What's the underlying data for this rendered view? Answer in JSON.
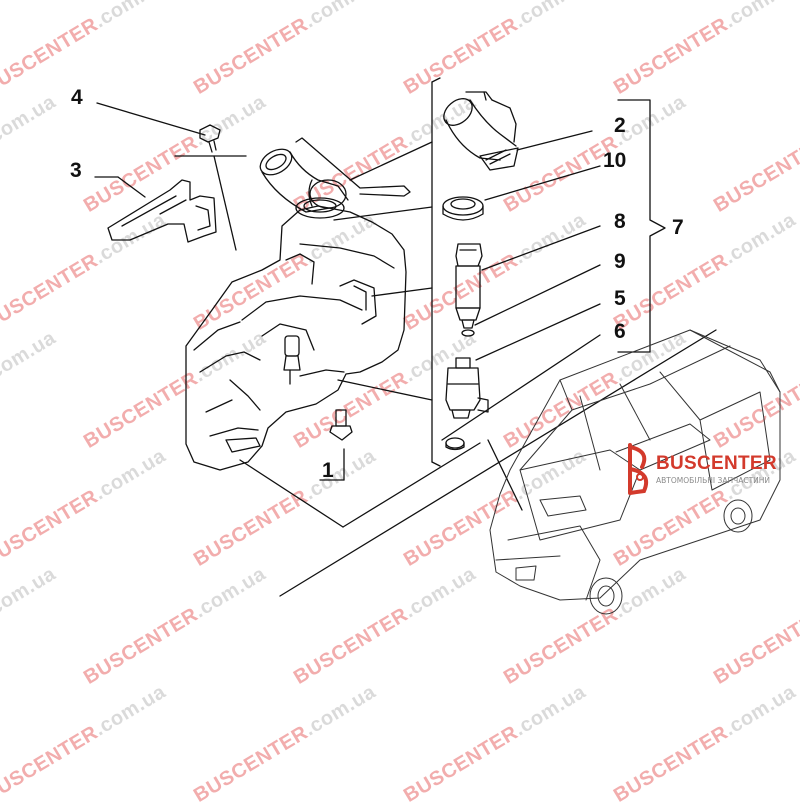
{
  "watermark": {
    "brand": "BUSCENTER",
    "domain": ".com.ua"
  },
  "callouts": {
    "c1": "1",
    "c2": "2",
    "c3": "3",
    "c4": "4",
    "c5": "5",
    "c6": "6",
    "c7": "7",
    "c8": "8",
    "c9": "9",
    "c10": "10"
  },
  "logo": {
    "name": "BUSCENTER",
    "tagline": "АВТОМОБІЛЬНІ ЗАПЧАСТИНИ",
    "accent_color": "#d33a2c"
  },
  "colors": {
    "line": "#111111",
    "background": "#ffffff"
  }
}
